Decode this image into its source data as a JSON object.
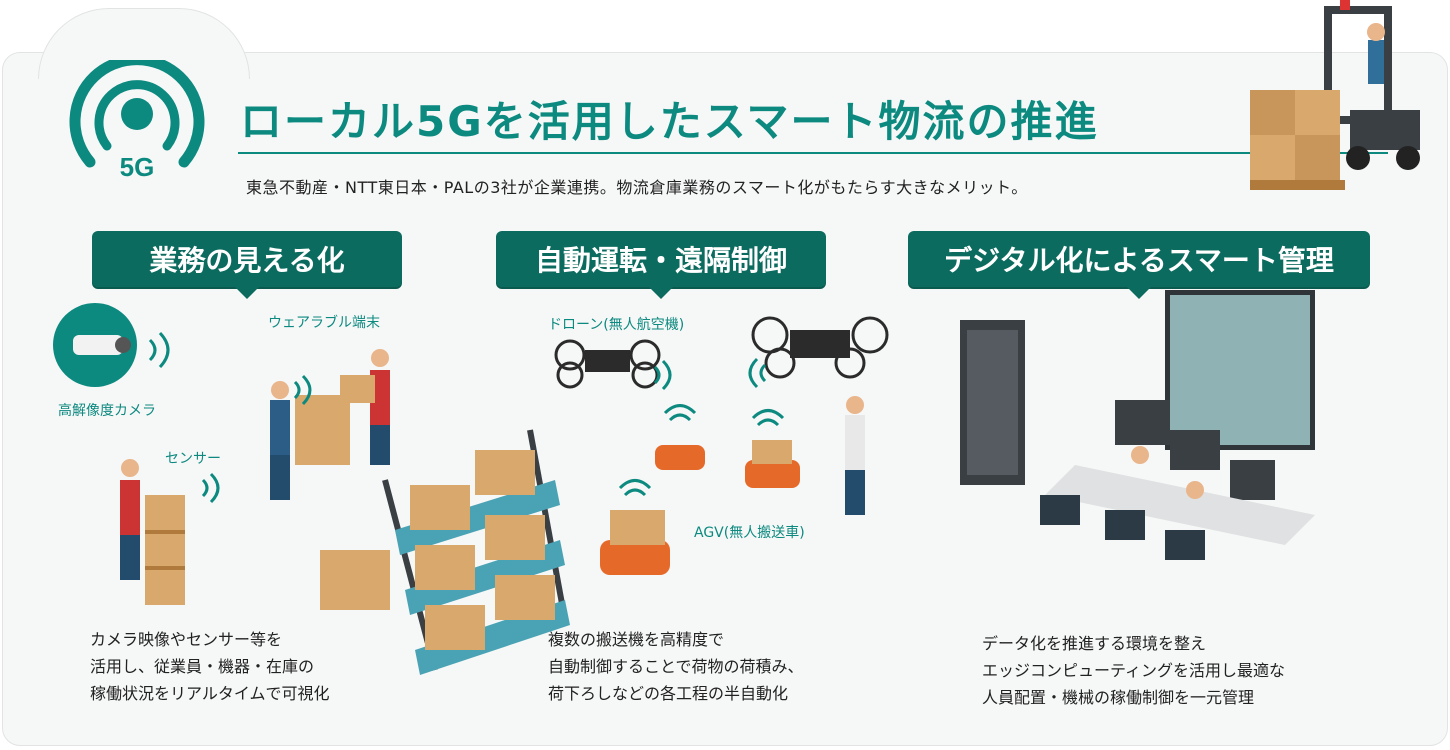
{
  "header": {
    "logo_text": "5G",
    "title": "ローカル5Gを活用したスマート物流の推進",
    "subtitle": "東急不動産・NTT東日本・PALの3社が企業連携。物流倉庫業務のスマート化がもたらす大きなメリット。"
  },
  "sections": [
    {
      "heading": "業務の見える化",
      "labels": [
        "ウェアラブル端末",
        "高解像度カメラ",
        "センサー"
      ],
      "description": [
        "カメラ映像やセンサー等を",
        "活用し、従業員・機器・在庫の",
        "稼働状況をリアルタイムで可視化"
      ]
    },
    {
      "heading": "自動運転・遠隔制御",
      "labels": [
        "ドローン(無人航空機)",
        "AGV(無人搬送車)"
      ],
      "description": [
        "複数の搬送機を高精度で",
        "自動制御することで荷物の荷積み、",
        "荷下ろしなどの各工程の半自動化"
      ]
    },
    {
      "heading": "デジタル化によるスマート管理",
      "labels": [],
      "description": [
        "データ化を推進する環境を整え",
        "エッジコンピューティングを活用し最適な",
        "人員配置・機械の稼働制御を一元管理"
      ]
    }
  ],
  "colors": {
    "brand_teal": "#0d8a80",
    "heading_bg": "#0c6b5f",
    "box_tan": "#d9a86c",
    "agv_orange": "#e56a2a",
    "shelf_blue": "#4aa3b5"
  }
}
